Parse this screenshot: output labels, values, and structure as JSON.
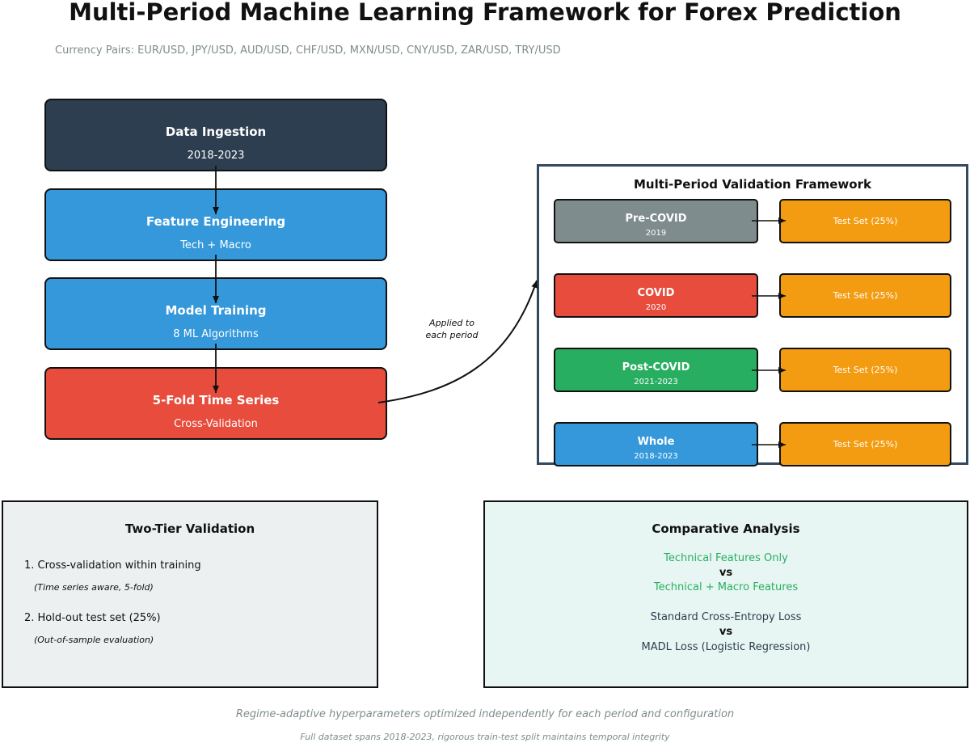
{
  "title": "Multi-Period Machine Learning Framework for Forex Prediction",
  "subtitle": "Currency Pairs: EUR/USD, JPY/USD, AUD/USD, CHF/USD, MXN/USD, CNY/USD, ZAR/USD, TRY/USD",
  "pipeline": [
    {
      "title": "Data Ingestion",
      "sub": "2018-2023",
      "color": "#2c3e50"
    },
    {
      "title": "Feature Engineering",
      "sub": "Tech + Macro",
      "color": "#3498db"
    },
    {
      "title": "Model Training",
      "sub": "8 ML Algorithms",
      "color": "#3498db"
    },
    {
      "title": "5-Fold Time Series",
      "sub": "Cross-Validation",
      "color": "#e74c3c"
    }
  ],
  "applied_label": [
    "Applied to",
    "each period"
  ],
  "validation": {
    "title": "Multi-Period Validation Framework",
    "periods": [
      {
        "name": "Pre-COVID",
        "years": "2019",
        "color": "#7f8c8d",
        "test": "Test Set (25%)"
      },
      {
        "name": "COVID",
        "years": "2020",
        "color": "#e74c3c",
        "test": "Test Set (25%)"
      },
      {
        "name": "Post-COVID",
        "years": "2021-2023",
        "color": "#27ae60",
        "test": "Test Set (25%)"
      },
      {
        "name": "Whole",
        "years": "2018-2023",
        "color": "#3498db",
        "test": "Test Set (25%)"
      }
    ]
  },
  "two_tier": {
    "title": "Two-Tier Validation",
    "item1": "1. Cross-validation within training",
    "note1": "(Time series aware, 5-fold)",
    "item2": "2. Hold-out test set (25%)",
    "note2": "(Out-of-sample evaluation)"
  },
  "comparative": {
    "title": "Comparative Analysis",
    "line1": "Technical Features Only",
    "vs1": "vs",
    "line2": "Technical + Macro Features",
    "line3": "Standard Cross-Entropy Loss",
    "vs2": "vs",
    "line4": "MADL Loss (Logistic Regression)"
  },
  "footer": {
    "line1": "Regime-adaptive hyperparameters optimized independently for each period and configuration",
    "line2": "Full dataset spans 2018-2023, rigorous train-test split maintains temporal integrity"
  }
}
